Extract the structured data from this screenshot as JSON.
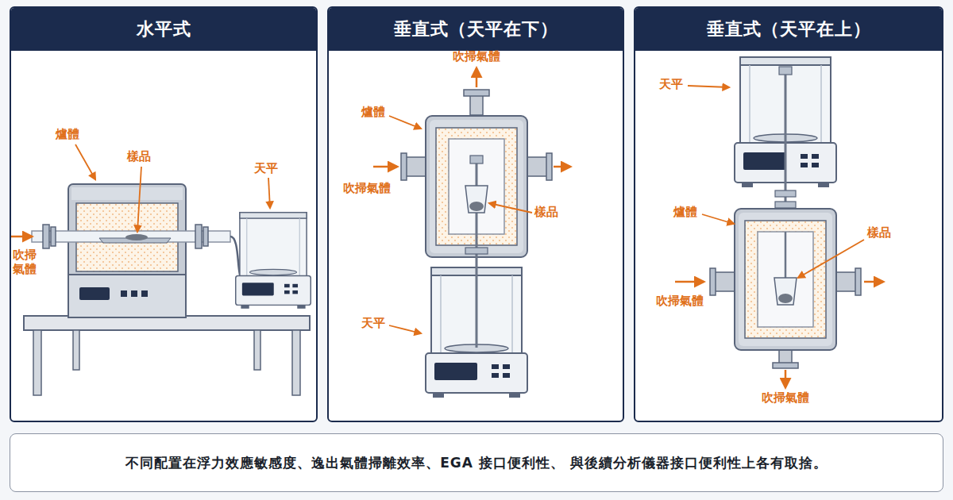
{
  "diagram": {
    "caption": "不同配置在浮力效應敏感度、逸出氣體掃離效率、EGA 接口便利性、 與後續分析儀器接口便利性上各有取捨。",
    "nodes": [
      {
        "text": [
          "水平式"
        ]
      },
      {
        "text": [
          "垂直式（天平在下）"
        ]
      },
      {
        "text": [
          "垂直式（天平在上）"
        ]
      }
    ],
    "labels": [
      "爐體",
      "樣品",
      "天平",
      "吹掃 氣體",
      "吹掃氣體",
      "爐體",
      "吹掃氣體",
      "樣品",
      "天平",
      "天平",
      "爐體",
      "樣品",
      "吹掃氣體",
      "吹掃氣體"
    ]
  }
}
